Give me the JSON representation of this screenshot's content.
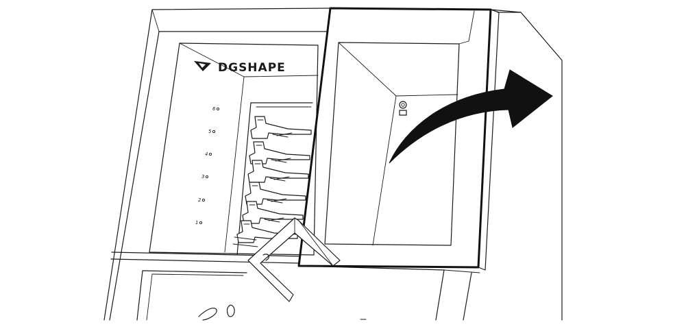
{
  "brand": {
    "name": "DGSHAPE",
    "logo_icon": "dgshape-logo-icon"
  },
  "tool_slots": {
    "labels": [
      "6",
      "5",
      "4",
      "3",
      "2",
      "1"
    ]
  },
  "arrow": {
    "icon": "curved-arrow-icon",
    "meaning": "open-door-direction"
  },
  "colors": {
    "line": "#1a1a1a",
    "arrow": "#111111",
    "background": "#ffffff"
  }
}
